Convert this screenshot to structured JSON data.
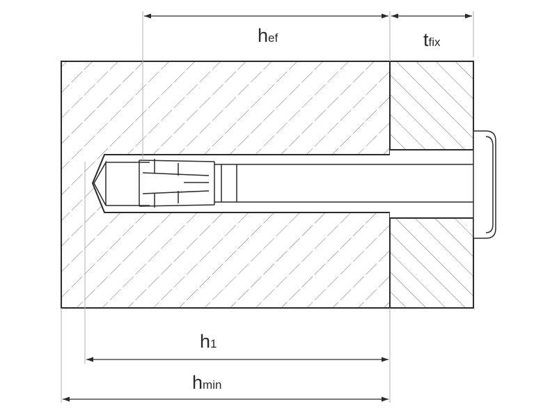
{
  "labels": {
    "hef": {
      "main": "h",
      "sub": "ef"
    },
    "tfix": {
      "main": "t",
      "sub": "fix"
    },
    "h1": {
      "main": "h",
      "sub": "1"
    },
    "hmin": {
      "main": "h",
      "sub": "min"
    }
  },
  "colors": {
    "outline": "#2a2a2a",
    "hatch": "#6a6a6a",
    "dimension": "#2a2a2a",
    "background": "#ffffff"
  }
}
